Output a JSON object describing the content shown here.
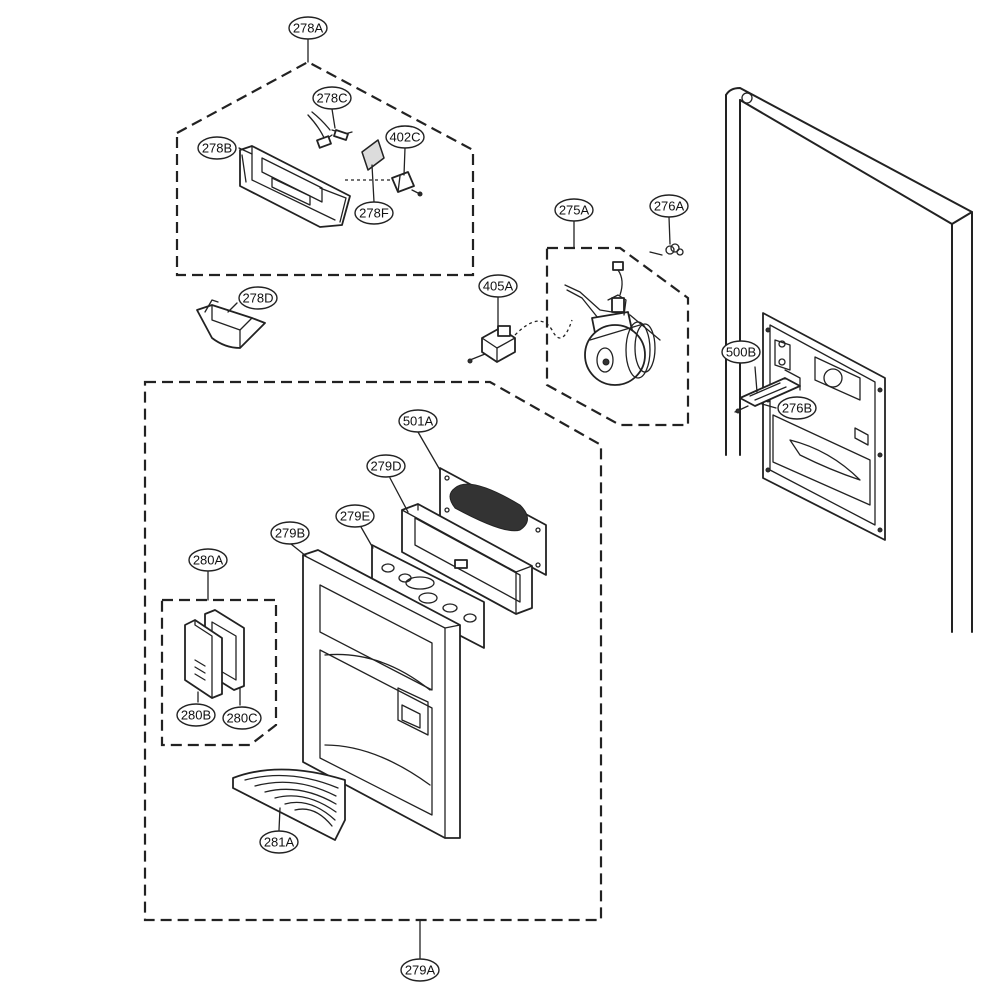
{
  "callouts": [
    {
      "id": "278A",
      "label": "278A"
    },
    {
      "id": "278C",
      "label": "278C"
    },
    {
      "id": "278B",
      "label": "278B"
    },
    {
      "id": "402C",
      "label": "402C"
    },
    {
      "id": "278F",
      "label": "278F"
    },
    {
      "id": "278D",
      "label": "278D"
    },
    {
      "id": "276A",
      "label": "276A"
    },
    {
      "id": "275A",
      "label": "275A"
    },
    {
      "id": "405A",
      "label": "405A"
    },
    {
      "id": "500B",
      "label": "500B"
    },
    {
      "id": "276B",
      "label": "276B"
    },
    {
      "id": "501A",
      "label": "501A"
    },
    {
      "id": "279D",
      "label": "279D"
    },
    {
      "id": "279E",
      "label": "279E"
    },
    {
      "id": "279B",
      "label": "279B"
    },
    {
      "id": "280A",
      "label": "280A"
    },
    {
      "id": "280B",
      "label": "280B"
    },
    {
      "id": "280C",
      "label": "280C"
    },
    {
      "id": "281A",
      "label": "281A"
    },
    {
      "id": "279A",
      "label": "279A"
    }
  ]
}
